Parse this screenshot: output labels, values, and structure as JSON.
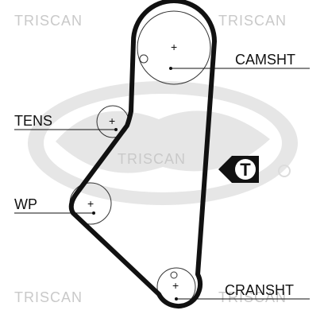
{
  "watermarks": {
    "top_left": "TRISCAN",
    "top_right": "TRISCAN",
    "center": "TRISCAN",
    "bottom_left": "TRISCAN",
    "bottom_right": "TRISCAN"
  },
  "labels": {
    "camshaft": "CAMSHT",
    "tensioner": "TENS",
    "water_pump": "WP",
    "crankshaft": "CRANSHT"
  },
  "timing_mark": "T",
  "pulley_center_mark": "+",
  "colors": {
    "belt": "#111111",
    "logo_shadow": "#e6e6e6",
    "watermark": "#c9c9c9"
  }
}
